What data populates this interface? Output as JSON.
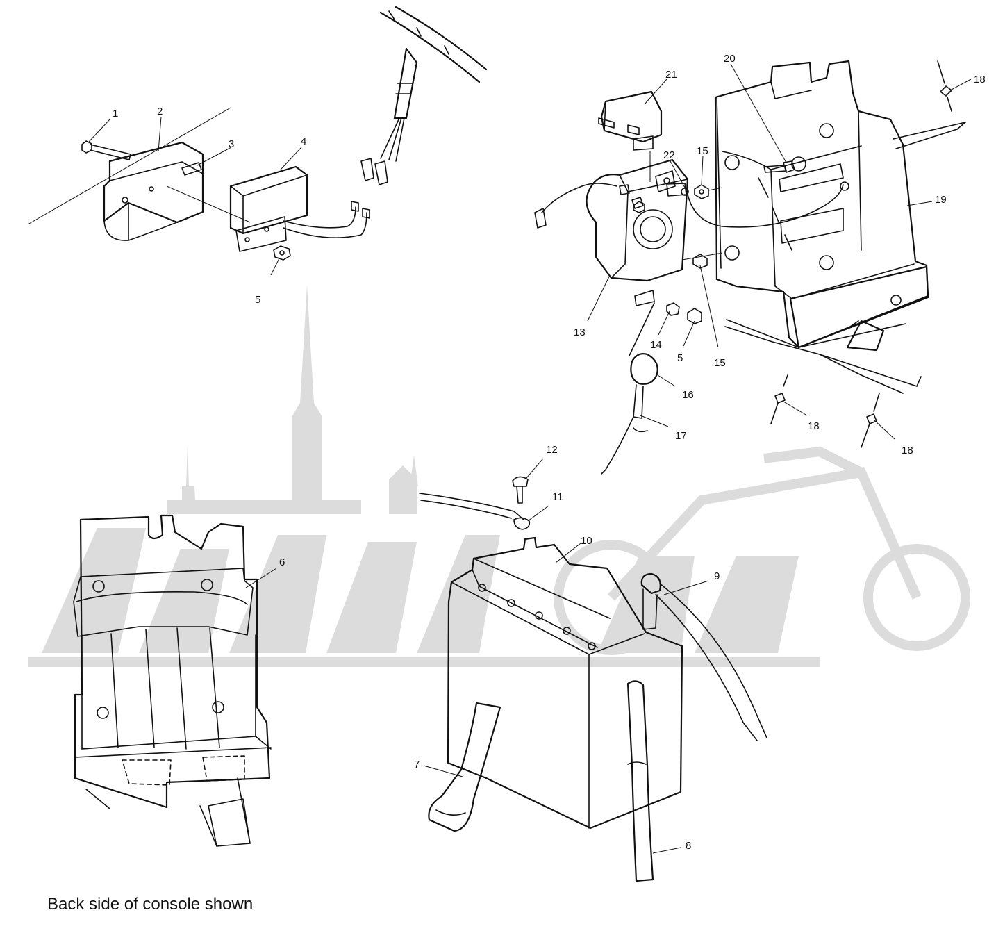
{
  "caption": "Back side of console shown",
  "callouts": [
    {
      "id": "c1",
      "text": "1"
    },
    {
      "id": "c2",
      "text": "2"
    },
    {
      "id": "c3",
      "text": "3"
    },
    {
      "id": "c4",
      "text": "4"
    },
    {
      "id": "c5a",
      "text": "5"
    },
    {
      "id": "c5b",
      "text": "5"
    },
    {
      "id": "c6",
      "text": "6"
    },
    {
      "id": "c7",
      "text": "7"
    },
    {
      "id": "c8",
      "text": "8"
    },
    {
      "id": "c9",
      "text": "9"
    },
    {
      "id": "c10",
      "text": "10"
    },
    {
      "id": "c11",
      "text": "11"
    },
    {
      "id": "c12",
      "text": "12"
    },
    {
      "id": "c13",
      "text": "13"
    },
    {
      "id": "c14",
      "text": "14"
    },
    {
      "id": "c15a",
      "text": "15"
    },
    {
      "id": "c15b",
      "text": "15"
    },
    {
      "id": "c16",
      "text": "16"
    },
    {
      "id": "c17",
      "text": "17"
    },
    {
      "id": "c18a",
      "text": "18"
    },
    {
      "id": "c18b",
      "text": "18"
    },
    {
      "id": "c18c",
      "text": "18"
    },
    {
      "id": "c19",
      "text": "19"
    },
    {
      "id": "c20",
      "text": "20"
    },
    {
      "id": "c21",
      "text": "21"
    },
    {
      "id": "c22",
      "text": "22"
    }
  ]
}
